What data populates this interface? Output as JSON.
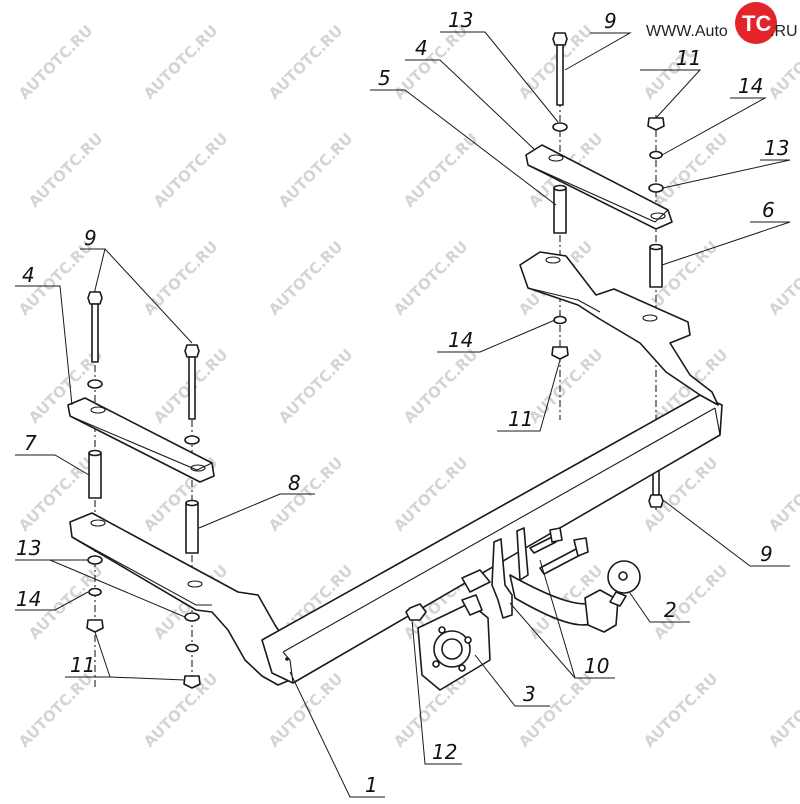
{
  "logo": {
    "prefix": "WWW.",
    "brand_left": "Auto",
    "brand_mark": "TC",
    "suffix": ".RU",
    "brand_color": "#e3242b"
  },
  "watermark_text": "AUTOTC.RU",
  "callouts": [
    "1",
    "2",
    "3",
    "4",
    "4",
    "5",
    "6",
    "7",
    "8",
    "9",
    "9",
    "9",
    "10",
    "11",
    "11",
    "11",
    "12",
    "13",
    "13",
    "13",
    "14",
    "14",
    "14"
  ]
}
